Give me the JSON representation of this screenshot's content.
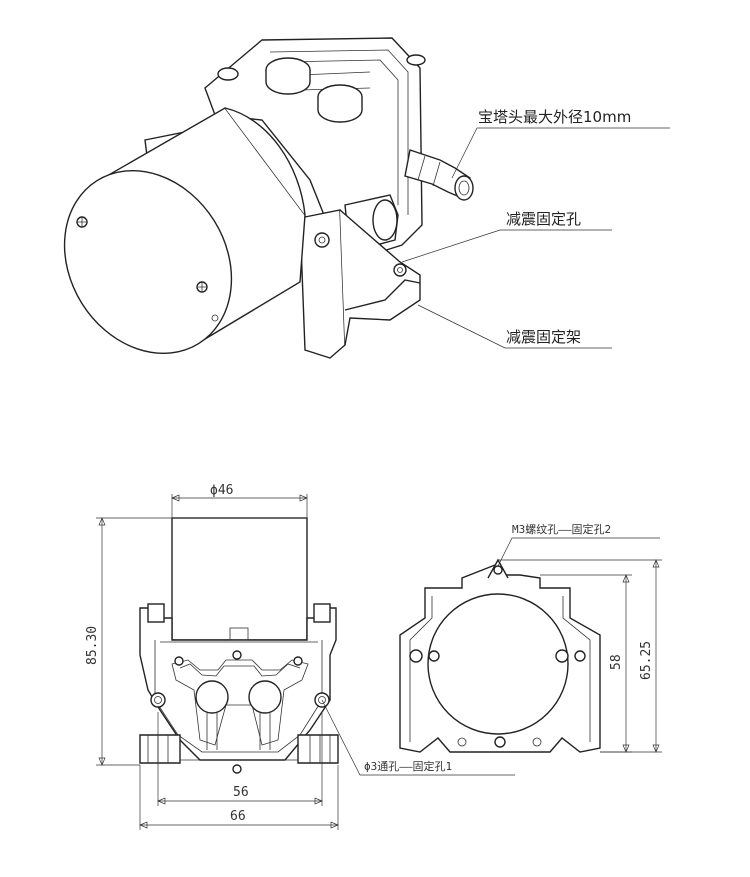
{
  "callouts": {
    "barb_outer_diameter": "宝塔头最大外径10mm",
    "damping_hole": "减震固定孔",
    "damping_bracket": "减震固定架"
  },
  "front_view": {
    "diameter_label": "ϕ46",
    "height_label": "85.30",
    "width_inner_label": "56",
    "width_outer_label": "66",
    "through_hole_label": "ϕ3通孔——固定孔1"
  },
  "side_view": {
    "thread_hole_label": "M3螺纹孔——固定孔2",
    "height_inner_label": "58",
    "height_outer_label": "65.25"
  }
}
